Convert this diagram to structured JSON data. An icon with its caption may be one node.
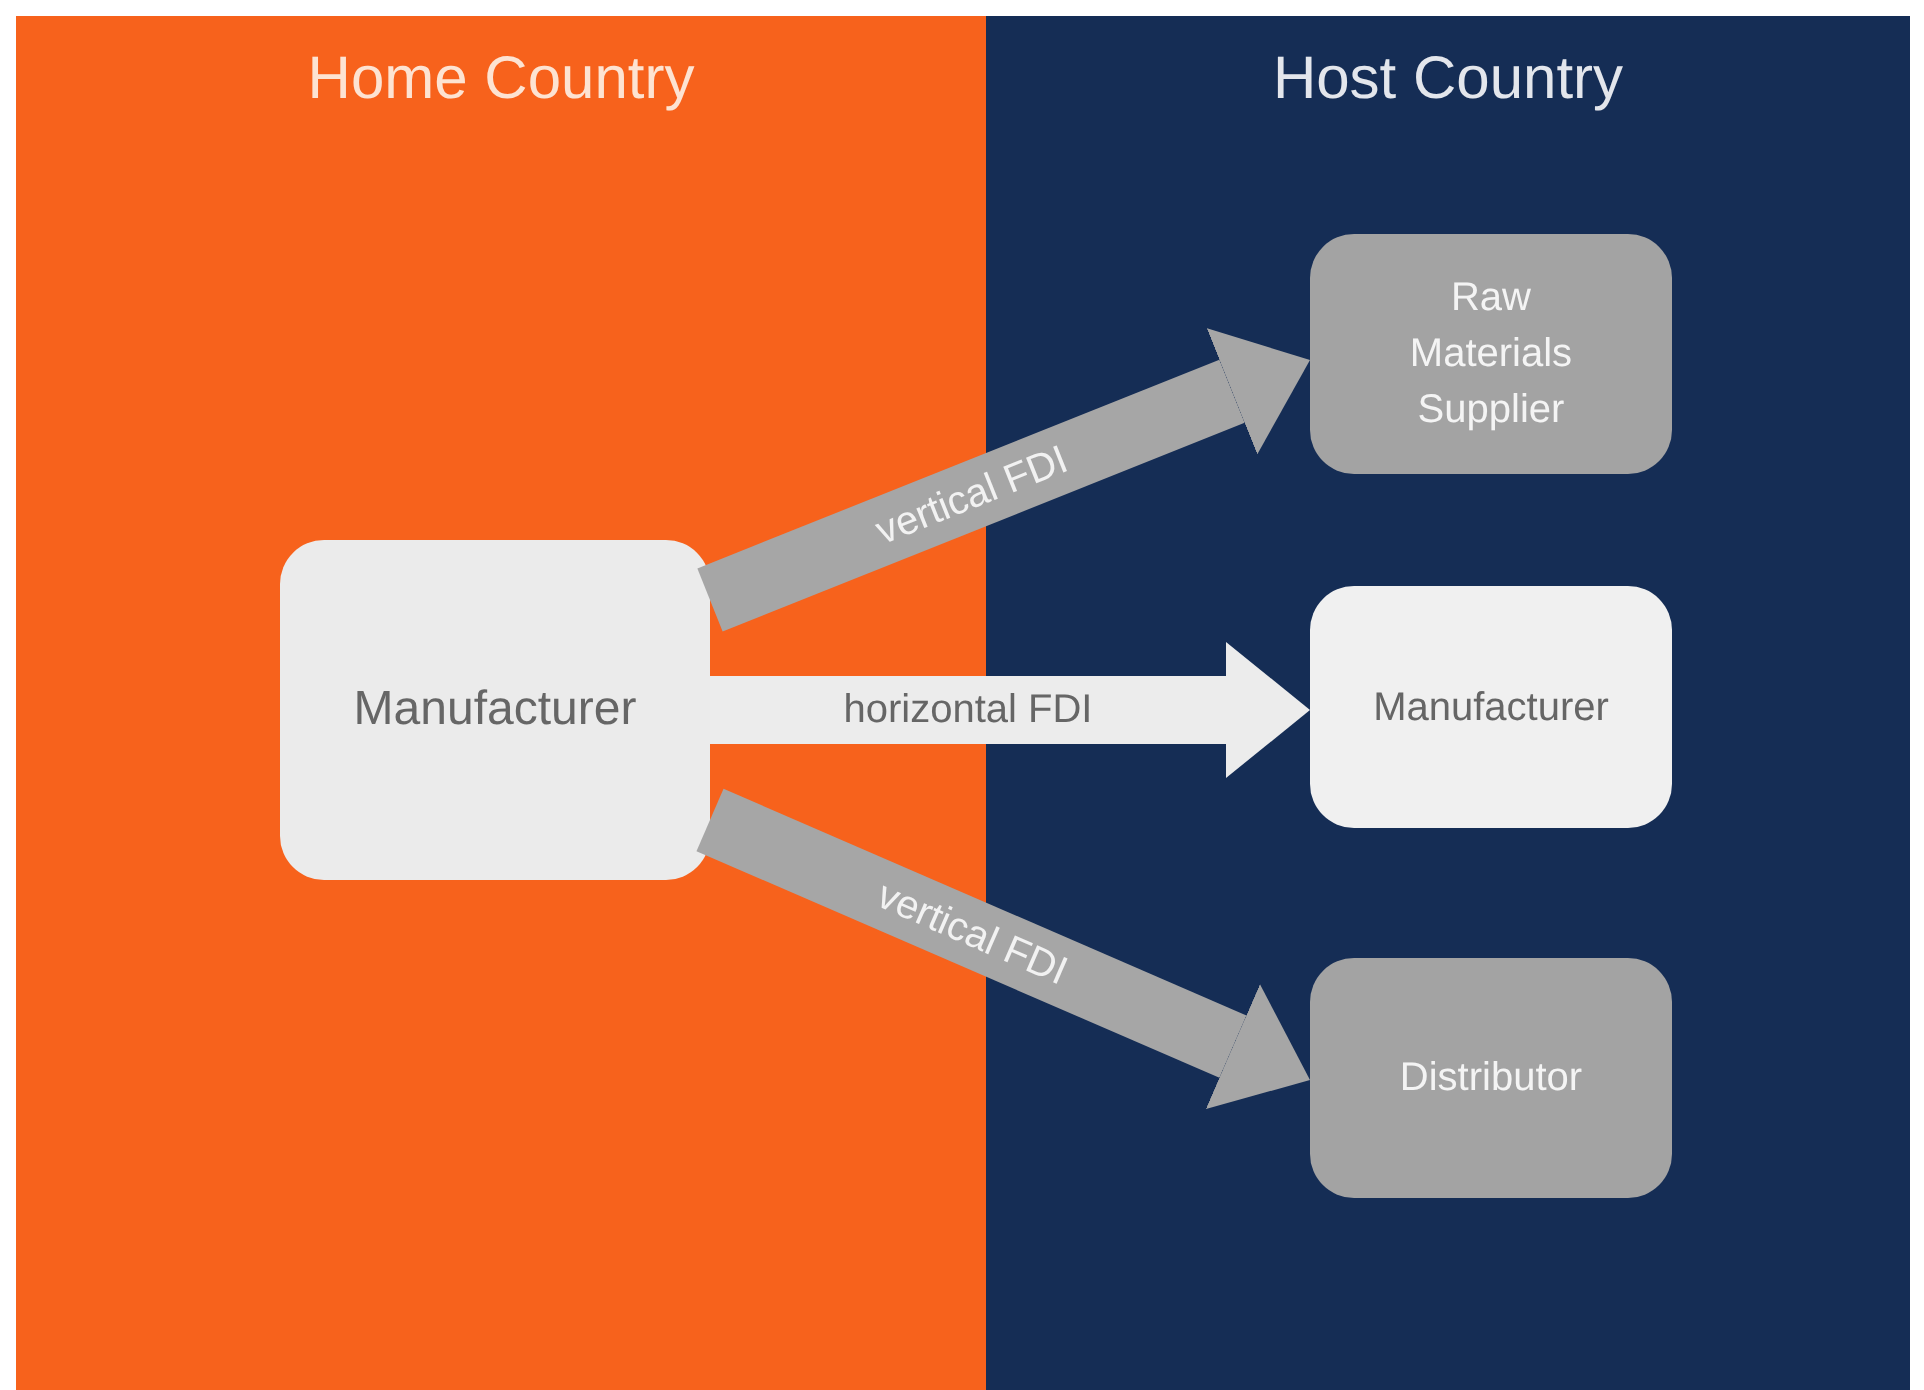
{
  "diagram": {
    "nodes": [
      {
        "text": [
          "Home Country"
        ]
      },
      {
        "text": [
          "Host Country"
        ]
      },
      {
        "text": [
          "Manufacturer"
        ],
        "in": 0
      },
      {
        "text": [
          "Raw Materials Supplier"
        ],
        "in": 1
      },
      {
        "text": [
          "Manufacturer"
        ],
        "in": 1
      },
      {
        "text": [
          "Distributor"
        ],
        "in": 1
      }
    ],
    "edges": [
      {
        "from": 2,
        "to": 3,
        "arrow": "to",
        "label": "vertical FDI"
      },
      {
        "from": 2,
        "to": 4,
        "arrow": "to",
        "label": "horizontal FDI",
        "color": "#ececec"
      },
      {
        "from": 2,
        "to": 5,
        "arrow": "to",
        "label": "vertical FDI"
      }
    ]
  }
}
